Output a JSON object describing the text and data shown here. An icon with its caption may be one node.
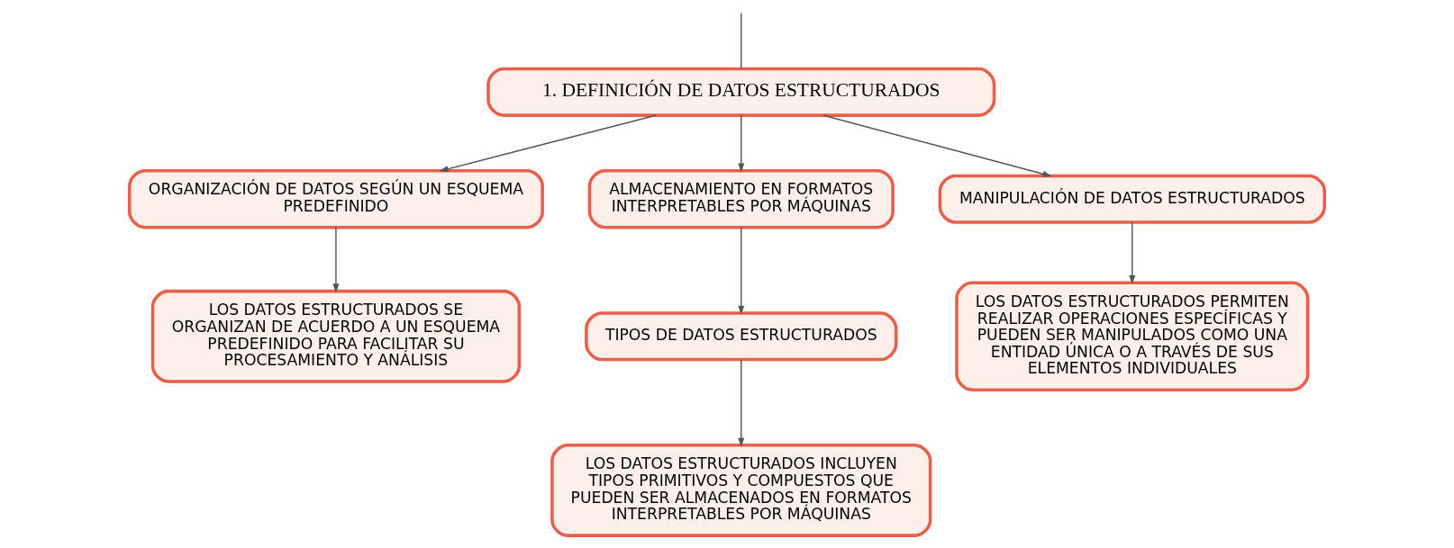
{
  "diagram": {
    "nodes": [
      {
        "text": [
          "1. DEFINICIÓN DE DATOS ESTRUCTURADOS"
        ]
      },
      {
        "text": [
          "ORGANIZACIÓN DE DATOS SEGÚN UN ESQUEMA PREDEFINIDO"
        ]
      },
      {
        "text": [
          "ALMACENAMIENTO EN FORMATOS INTERPRETABLES POR MÁQUINAS"
        ]
      },
      {
        "text": [
          "MANIPULACIÓN DE DATOS ESTRUCTURADOS"
        ]
      },
      {
        "text": [
          "LOS DATOS ESTRUCTURADOS SE ORGANIZAN DE ACUERDO A UN ESQUEMA PREDEFINIDO PARA FACILITAR SU PROCESAMIENTO Y ANÁLISIS"
        ]
      },
      {
        "text": [
          "TIPOS DE DATOS ESTRUCTURADOS"
        ]
      },
      {
        "text": [
          "LOS DATOS ESTRUCTURADOS INCLUYEN TIPOS PRIMITIVOS Y COMPUESTOS QUE PUEDEN SER ALMACENADOS EN FORMATOS INTERPRETABLES POR MÁQUINAS"
        ]
      },
      {
        "text": [
          "LOS DATOS ESTRUCTURADOS PERMITEN REALIZAR OPERACIONES ESPECÍFICAS Y PUEDEN SER MANIPULADOS COMO UNA ENTIDAD ÚNICA O A TRAVÉS DE SUS ELEMENTOS INDIVIDUALES"
        ]
      }
    ],
    "edges": [
      {
        "from": null,
        "to": 0,
        "arrow": "none"
      },
      {
        "from": 0,
        "to": 1,
        "arrow": "to"
      },
      {
        "from": 0,
        "to": 2,
        "arrow": "to"
      },
      {
        "from": 0,
        "to": 3,
        "arrow": "to"
      },
      {
        "from": 1,
        "to": 4,
        "arrow": "to"
      },
      {
        "from": 2,
        "to": 5,
        "arrow": "to"
      },
      {
        "from": 5,
        "to": 6,
        "arrow": "to"
      },
      {
        "from": 3,
        "to": 7,
        "arrow": "to"
      }
    ]
  }
}
